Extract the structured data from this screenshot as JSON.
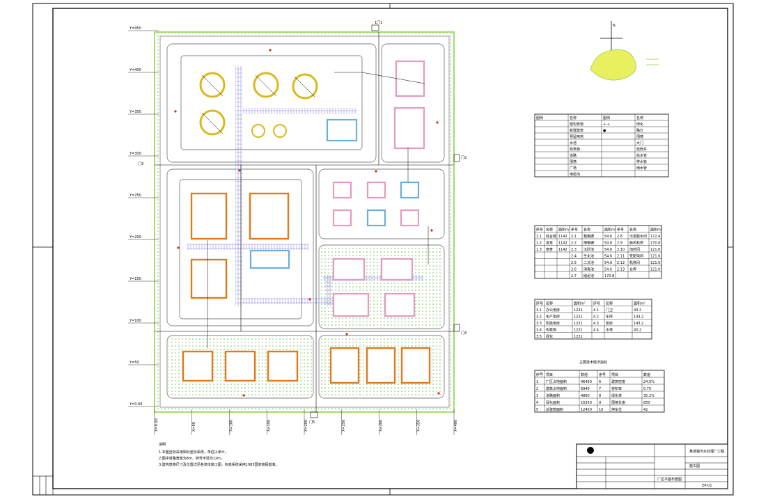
{
  "drawing": {
    "y_axis_labels": [
      "Y=450",
      "Y=400",
      "Y=350",
      "Y=300",
      "Y=250",
      "Y=200",
      "Y=150",
      "Y=100",
      "Y=50",
      "Y=0.00"
    ],
    "x_axis_labels": [
      "X=0.00",
      "X=50",
      "X=100",
      "X=150",
      "X=200",
      "X=250",
      "X=300",
      "X=350",
      "X=400"
    ],
    "gate_labels": [
      "1门1",
      "门2",
      "门3",
      "门4",
      "门5"
    ],
    "notes_title": "说明",
    "notes": [
      "1.本图坐标采用相对坐标系统，单位以米计。",
      "2.图中道路宽度为8m，转弯半径为12m。",
      "3.建构筑物尺寸及位置详见各单体施工图，标高系统采用1985国家高程基准。"
    ]
  },
  "title_block": {
    "drawing_title": "厂区平面布置图",
    "project": "某城镇污水处理厂工程",
    "stage": "施工图",
    "drawing_no": "ZP-01"
  },
  "legend": {
    "header": [
      "图例",
      "名称",
      "图例",
      "名称"
    ],
    "rows": [
      [
        "",
        "建构筑物",
        "+ +",
        "绿化"
      ],
      [
        "",
        "新建建筑",
        "●",
        "路灯"
      ],
      [
        "",
        "预留用地",
        "",
        "围墙"
      ],
      [
        "",
        "水池",
        "",
        "大门"
      ],
      [
        "",
        "构筑物",
        "",
        "检修井"
      ],
      [
        "",
        "道路",
        "",
        "给水管"
      ],
      [
        "",
        "围墙",
        "",
        "排水管"
      ],
      [
        "",
        "广场",
        "",
        "雨水管"
      ],
      [
        "",
        "电缆沟",
        "",
        " "
      ]
    ]
  },
  "table1": {
    "columns": [
      "序号",
      "名称",
      "面积m²",
      "序号",
      "名称",
      "面积m²",
      "序号",
      "名称",
      "面积m²"
    ],
    "rows": [
      [
        "1.1",
        "综合楼",
        "1142",
        "2.1",
        "粗格栅",
        "54.6",
        "2.8",
        "污泥脱水间",
        "172.4"
      ],
      [
        "1.2",
        "食堂",
        "1142",
        "2.2",
        "细格栅",
        "54.6",
        "2.9",
        "鼓风机房",
        "170.8"
      ],
      [
        "1.3",
        "宿舍",
        "1142",
        "2.3",
        "沉砂池",
        "54.6",
        "2.10",
        "加药间",
        "121.0"
      ],
      [
        "",
        "",
        "",
        "2.4",
        "生化池",
        "54.6",
        "2.11",
        "变配电间",
        "121.0"
      ],
      [
        "",
        "",
        "",
        "2.5",
        "二沉池",
        "54.6",
        "2.12",
        "机修间",
        "121.0"
      ],
      [
        "",
        "",
        "",
        "2.6",
        "消毒池",
        "54.6",
        "2.13",
        "仓库",
        "121.0"
      ],
      [
        "",
        "",
        "",
        "2.7",
        "储泥池",
        "170.8",
        "",
        "",
        " "
      ]
    ]
  },
  "table2": {
    "columns": [
      "序号",
      "名称",
      "面积m²",
      "序号",
      "名称",
      "面积m²"
    ],
    "rows": [
      [
        "3.1",
        "办公用房",
        "1221",
        "4.1",
        "门卫",
        "43.2"
      ],
      [
        "3.2",
        "生产用房",
        "1221",
        "4.2",
        "车库",
        "143.2"
      ],
      [
        "3.3",
        "附属用房",
        "1221",
        "4.3",
        "泵房",
        "143.2"
      ],
      [
        "3.4",
        "构筑物",
        "1221",
        "4.4",
        "水塔",
        "43.2"
      ],
      [
        "3.5",
        "绿化",
        "1221",
        "",
        "",
        ""
      ]
    ]
  },
  "table3": {
    "title": "主要技术经济指标",
    "columns": [
      "序号",
      "项目",
      "数值",
      "序号",
      "项目",
      "数值"
    ],
    "rows": [
      [
        "1",
        "厂区占地面积",
        "46450",
        "6",
        "建筑密度",
        "24.5%"
      ],
      [
        "2",
        "建筑占地面积",
        "6940",
        "7",
        "容积率",
        "0.75"
      ],
      [
        "3",
        "道路面积",
        "4860",
        "8",
        "绿化率",
        "35.2%"
      ],
      [
        "4",
        "绿化面积",
        "16350",
        "9",
        "围墙长度",
        "850"
      ],
      [
        "5",
        "总建筑面积",
        "12450",
        "10",
        "停车位",
        "42"
      ]
    ]
  },
  "colors": {
    "green": "#8ad33b",
    "pink": "#e59ac0",
    "orange": "#e07a1a",
    "blue": "#6aaee0",
    "yellow": "#d9b91a",
    "purple": "#7b5fd0",
    "grid": "#7f7f7f"
  }
}
